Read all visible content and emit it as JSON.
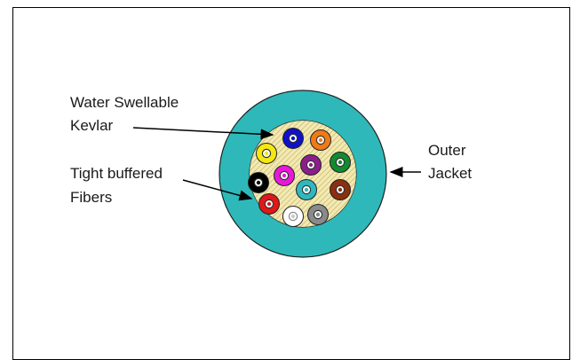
{
  "labels": {
    "kevlar_line1": "Water Swellable",
    "kevlar_line2": "Kevlar",
    "fibers_line1": "Tight buffered",
    "fibers_line2": "Fibers",
    "jacket_line1": "Outer",
    "jacket_line2": "Jacket"
  },
  "colors": {
    "jacket": "#2fb8b9",
    "kevlar_fill": "#f3eab2",
    "kevlar_hatch": "#c9b872",
    "outline": "#222222"
  },
  "fibers": [
    {
      "name": "blue",
      "color": "#1010c8"
    },
    {
      "name": "orange",
      "color": "#f07a18"
    },
    {
      "name": "yellow",
      "color": "#f4e812"
    },
    {
      "name": "violet",
      "color": "#8c1e8c"
    },
    {
      "name": "green",
      "color": "#128a30"
    },
    {
      "name": "rose",
      "color": "#e818d8"
    },
    {
      "name": "black",
      "color": "#000000"
    },
    {
      "name": "aqua",
      "color": "#2fb8c0"
    },
    {
      "name": "brown",
      "color": "#8a3010"
    },
    {
      "name": "red",
      "color": "#e01818"
    },
    {
      "name": "white",
      "color": "#ffffff"
    },
    {
      "name": "slate",
      "color": "#8a8a8a"
    }
  ]
}
